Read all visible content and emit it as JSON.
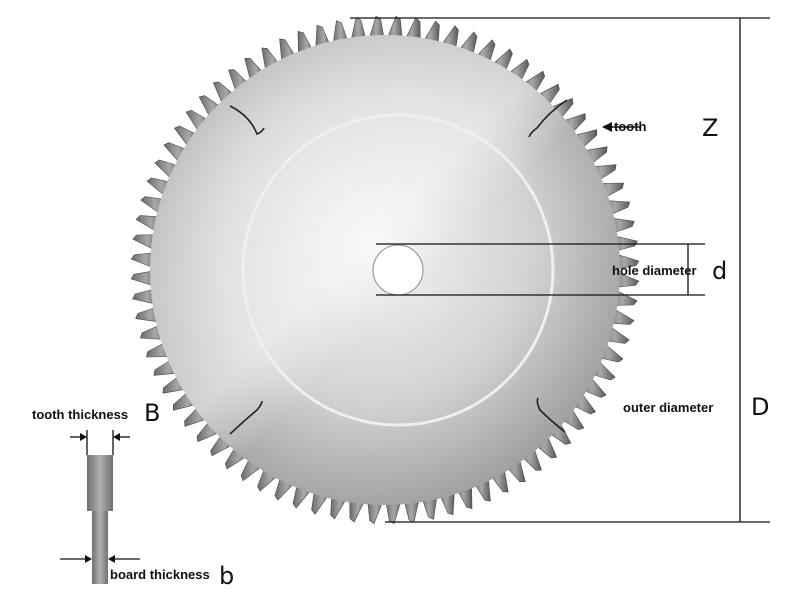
{
  "labels": {
    "tooth": "tooth",
    "tooth_letter": "Z",
    "hole_diameter": "hole diameter",
    "hole_letter": "d",
    "outer_diameter": "outer diameter",
    "outer_letter": "D",
    "tooth_thickness": "tooth thickness",
    "tooth_thickness_letter": "B",
    "board_thickness": "board thickness",
    "board_thickness_letter": "b"
  },
  "blade": {
    "tooth_count": 80
  },
  "colors": {
    "line": "#111111",
    "blade_light": "#f2f2f2",
    "blade_mid": "#c9c9c9",
    "blade_dark": "#8d8d8d",
    "tooth_dark": "#555555"
  }
}
